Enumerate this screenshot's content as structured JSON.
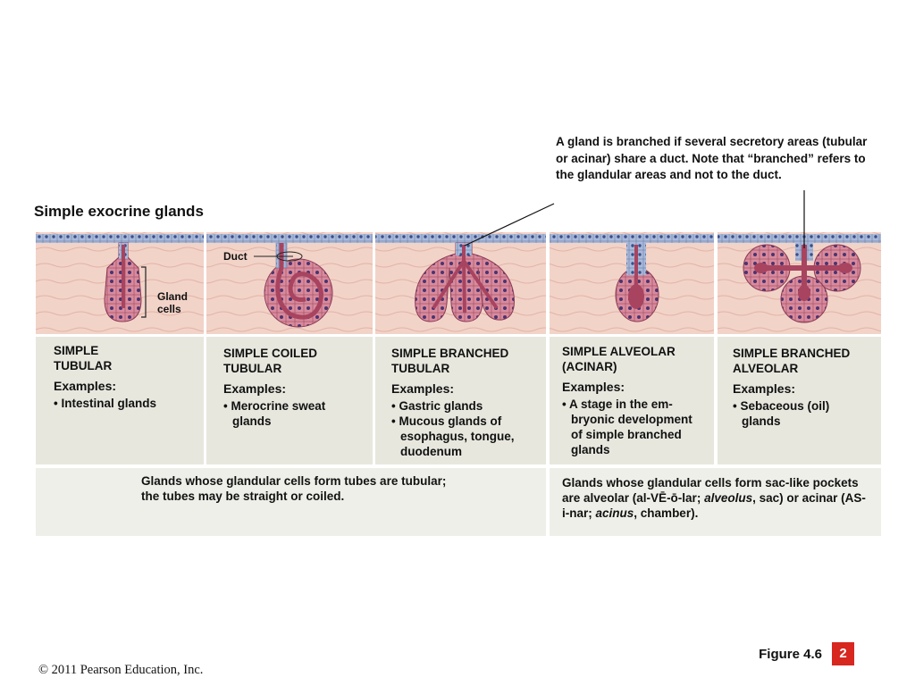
{
  "section_title": "Simple exocrine glands",
  "note": "A gland is branched if several secretory areas (tubular or acinar) share a duct. Note that “branched” refers to the glandular areas and not to the duct.",
  "labels": {
    "duct": "Duct",
    "gland_cells": "Gland\ncells"
  },
  "panels": [
    {
      "title": "SIMPLE\nTUBULAR",
      "examples_label": "Examples:",
      "examples": [
        "• Intestinal glands"
      ]
    },
    {
      "title": "SIMPLE COILED\nTUBULAR",
      "examples_label": "Examples:",
      "examples": [
        "• Merocrine sweat\nglands"
      ]
    },
    {
      "title": "SIMPLE BRANCHED\nTUBULAR",
      "examples_label": "Examples:",
      "examples": [
        "• Gastric glands",
        "• Mucous glands of\nesophagus, tongue,\nduodenum"
      ]
    },
    {
      "title": "SIMPLE ALVEOLAR\n(ACINAR)",
      "examples_label": "Examples:",
      "examples": [
        "• A stage in the em-\nbryonic development\nof simple branched\nglands"
      ]
    },
    {
      "title": "SIMPLE BRANCHED\nALVEOLAR",
      "examples_label": "Examples:",
      "examples": [
        "• Sebaceous (oil)\nglands"
      ]
    }
  ],
  "desc_tubular": "Glands whose glandular cells form tubes are tubular; the tubes may be straight or coiled.",
  "desc_alveolar": {
    "pre": "Glands whose glandular cells form sac-like pockets are alveolar (al-VĒ-ō-lar; ",
    "term1": "alveolus",
    "mid": ", sac) or acinar (AS-i-nar; ",
    "term2": "acinus",
    "post": ", chamber)."
  },
  "figure_label": "Figure 4.6",
  "figure_badge": "2",
  "copyright": "© 2011 Pearson Education, Inc.",
  "colors": {
    "tissue": "#f2d3c8",
    "epithelium": "#a9b9da",
    "gland_cells": "#d98a9c",
    "lumen": "#b0506e",
    "text_panel": "#e7e7de",
    "desc_panel": "#efefe9",
    "badge": "#d7271f"
  }
}
